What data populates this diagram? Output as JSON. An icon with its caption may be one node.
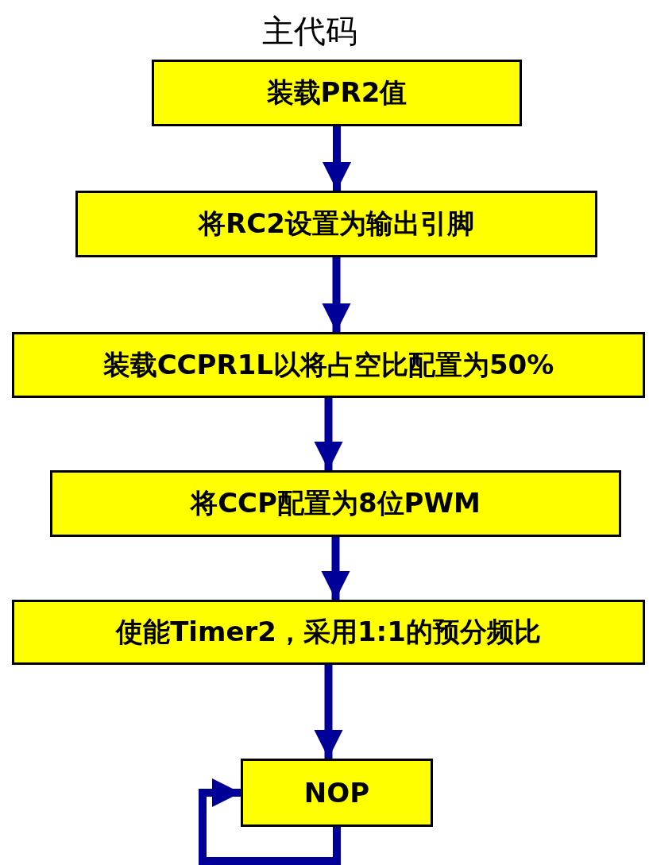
{
  "diagram": {
    "title": "主代码",
    "nodes": [
      {
        "text": [
          "装载PR2值"
        ]
      },
      {
        "text": [
          "将RC2设置为输出引脚"
        ]
      },
      {
        "text": [
          "装载CCPR1L以将占空比配置为50%"
        ]
      },
      {
        "text": [
          "将CCP配置为8位PWM"
        ]
      },
      {
        "text": [
          "使能Timer2，采用1:1的预分频比"
        ]
      },
      {
        "text": [
          "NOP"
        ]
      }
    ],
    "edges": [
      {
        "from": 0,
        "to": 1,
        "arrow": "to"
      },
      {
        "from": 1,
        "to": 2,
        "arrow": "to"
      },
      {
        "from": 2,
        "to": 3,
        "arrow": "to"
      },
      {
        "from": 3,
        "to": 4,
        "arrow": "to"
      },
      {
        "from": 4,
        "to": 5,
        "arrow": "to"
      },
      {
        "from": 5,
        "to": 5,
        "arrow": "to"
      }
    ]
  }
}
